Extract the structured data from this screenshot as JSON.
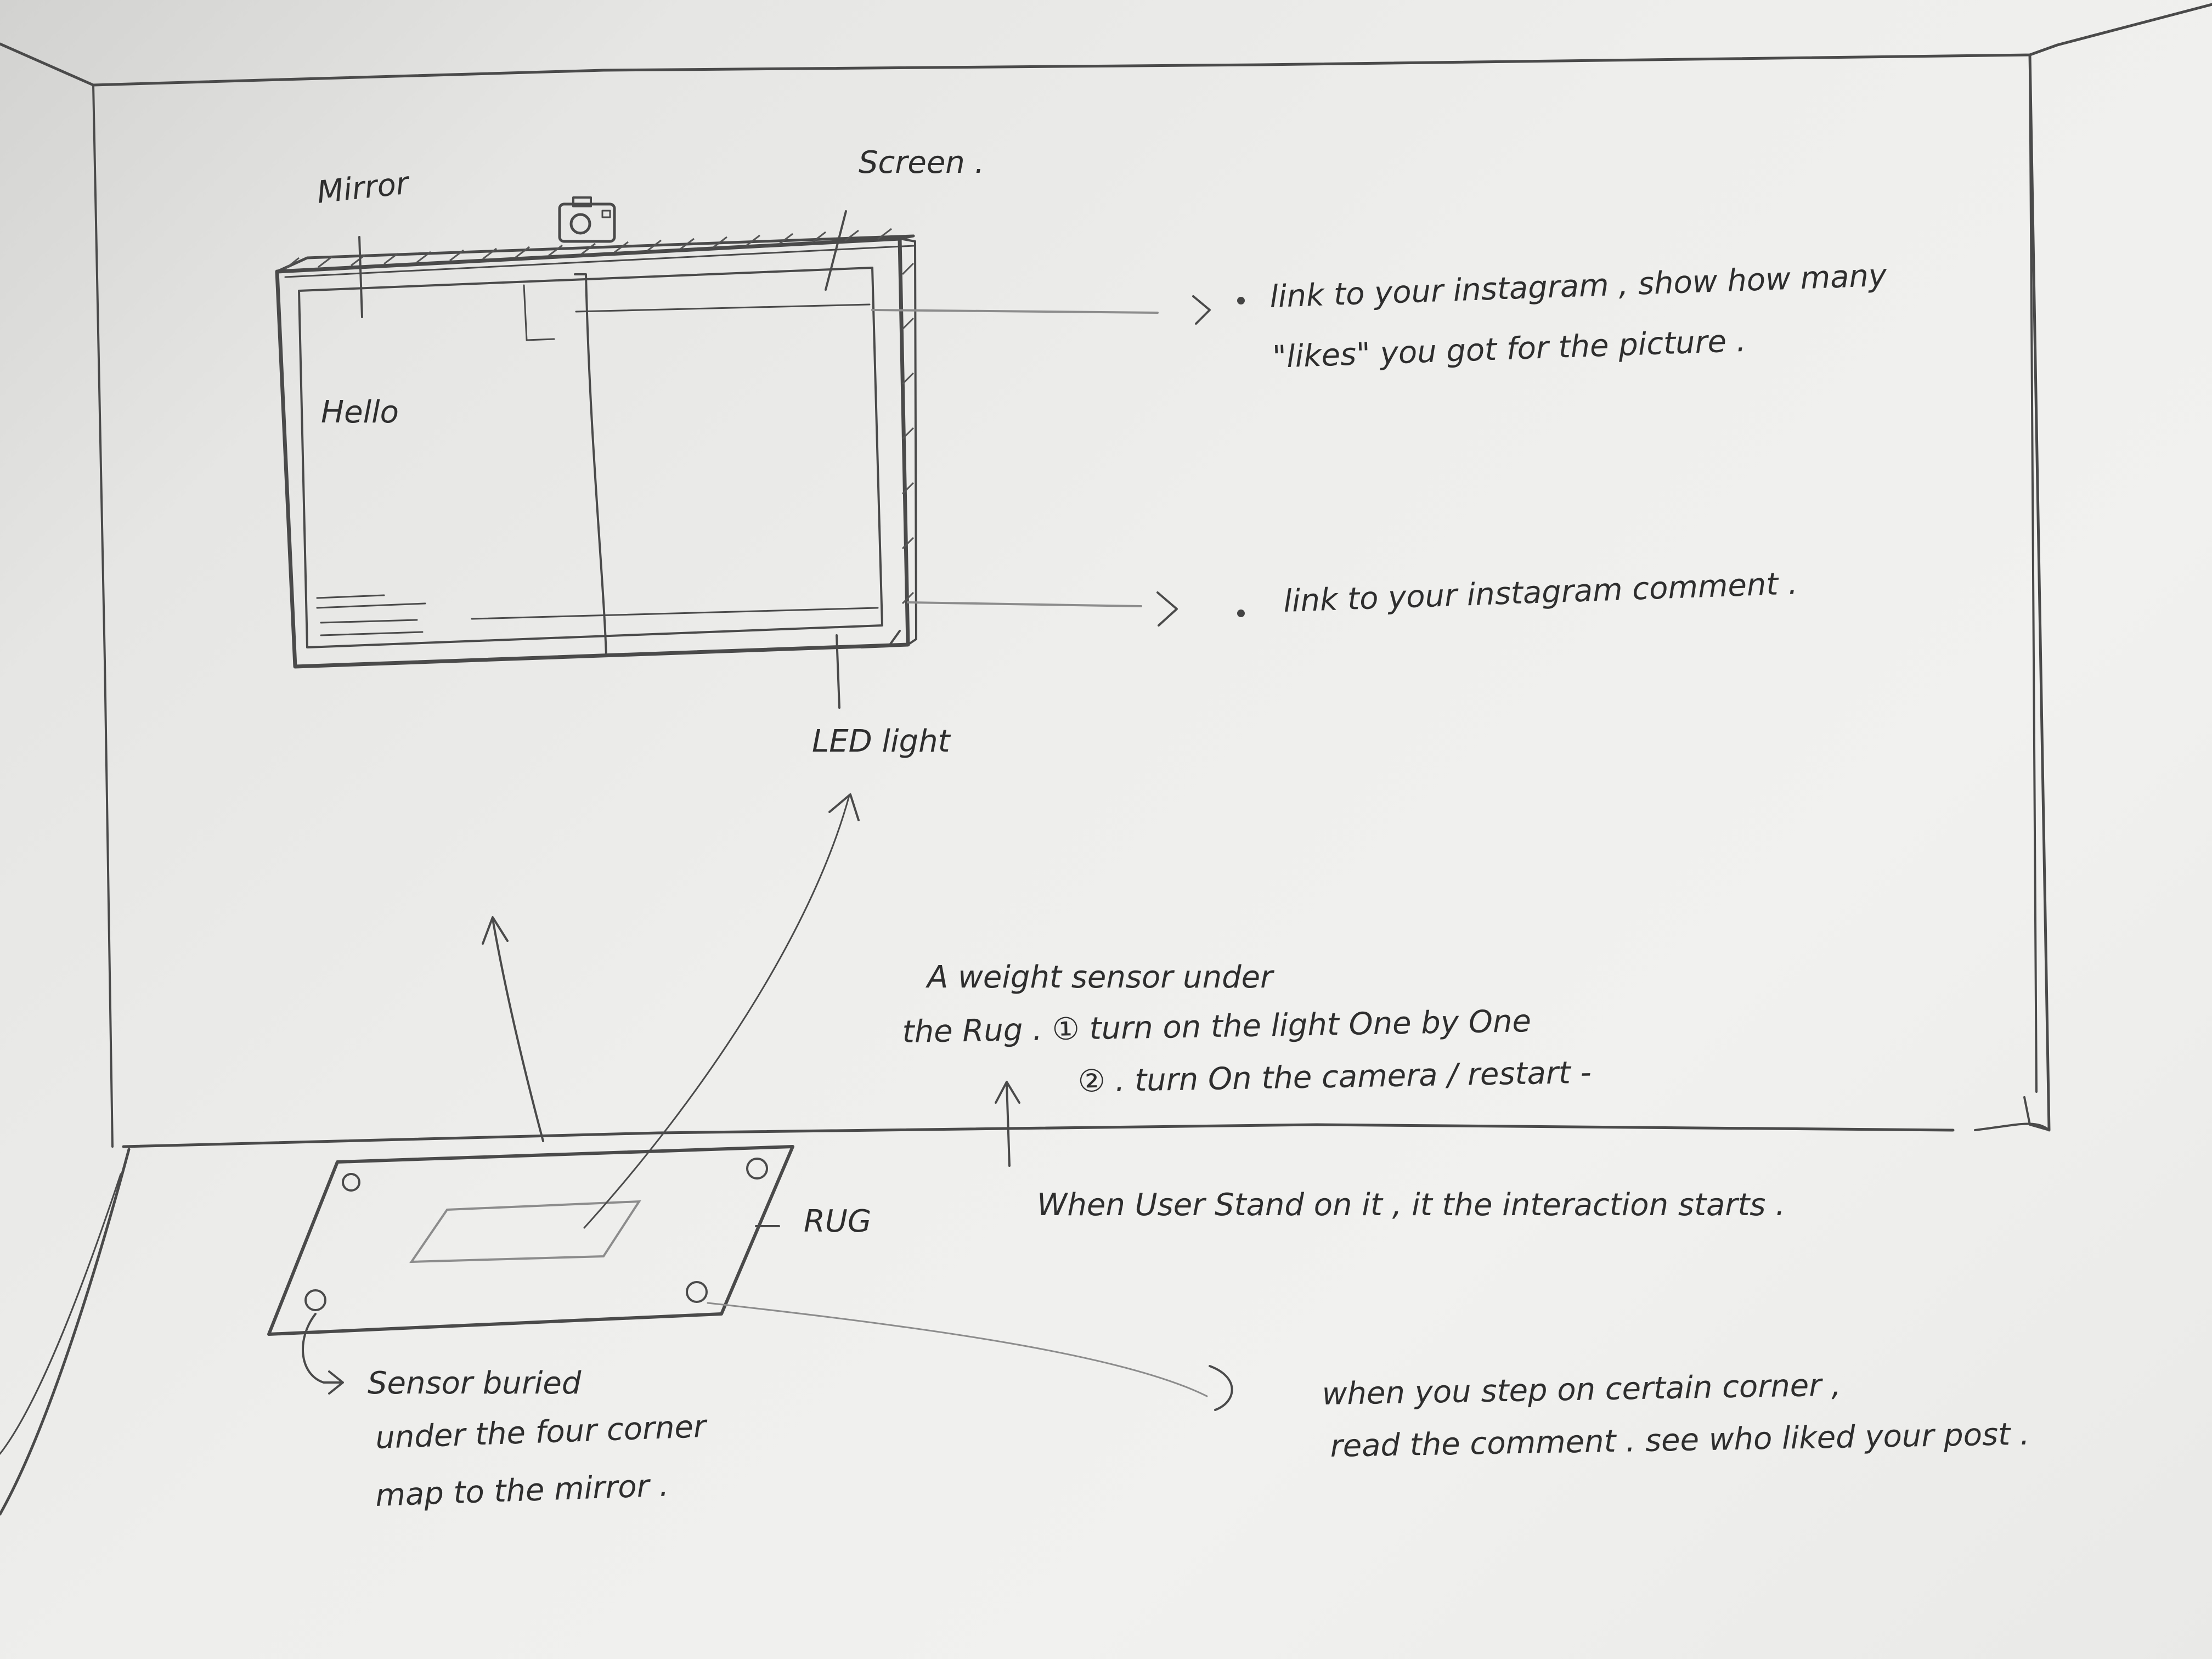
{
  "labels": {
    "mirror": "Mirror",
    "screen": "Screen .",
    "hello": "Hello",
    "led_light": "LED light",
    "rug": "RUG"
  },
  "notes": {
    "instagram_likes_line1": "link to your instagram , show how many",
    "instagram_likes_line2": "\"likes\" you got for the picture .",
    "instagram_comment": "link to your instagram comment .",
    "weight_sensor_line1": "A weight sensor under",
    "weight_sensor_line2": "the Rug . ① turn on the light One by One",
    "weight_sensor_line3": "② . turn On the camera / restart -",
    "interaction_start": "When User Stand on it , it the interaction starts .",
    "sensor_line1": "Sensor buried",
    "sensor_line2": "under the four corner",
    "sensor_line3": "map to the mirror .",
    "corner_line1": "when you step on certain corner ,",
    "corner_line2": "read the comment . see who liked your post ."
  },
  "colors": {
    "paper": "#efefed",
    "pencil": "#4a4a4a",
    "shadow": "#c9c9c7"
  }
}
